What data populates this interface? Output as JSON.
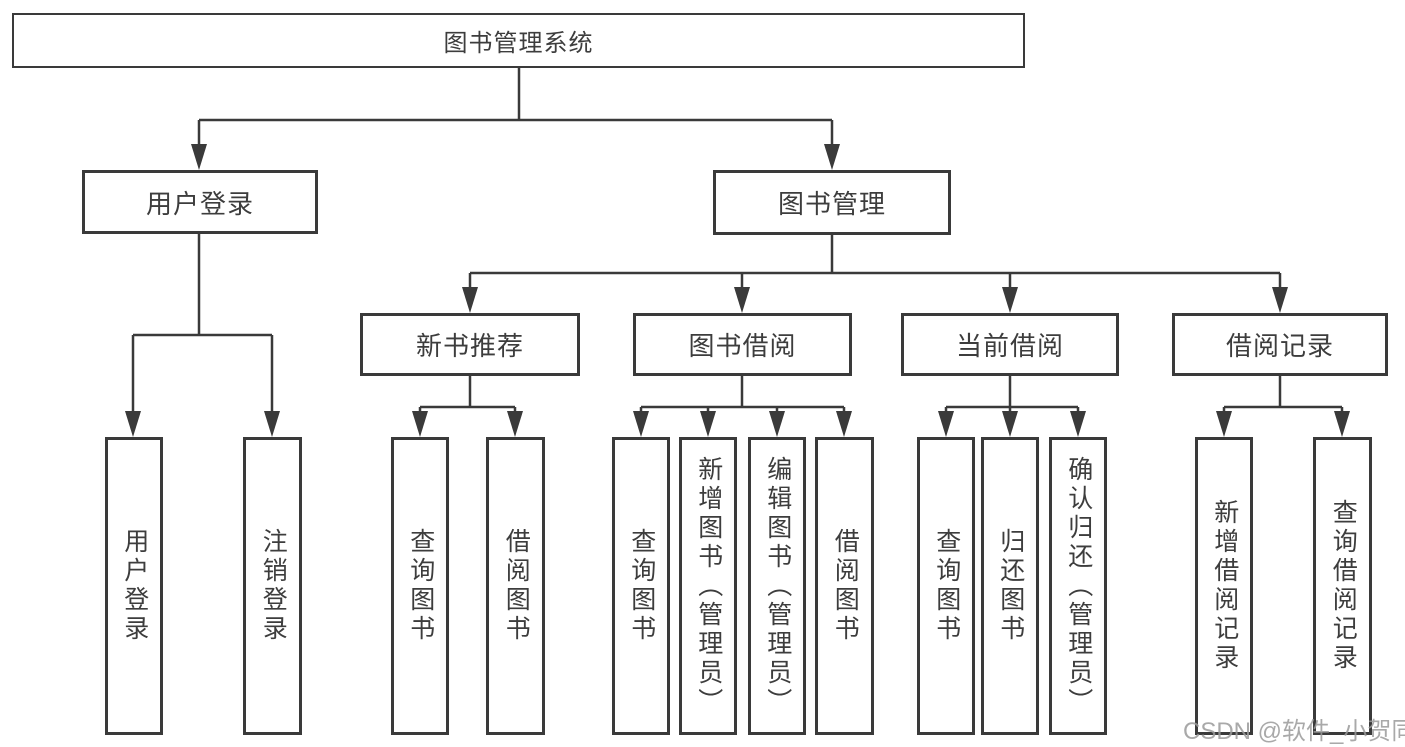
{
  "tree": {
    "root": {
      "label": "图书管理系统"
    },
    "branches": [
      {
        "label": "用户登录",
        "children": [
          "用户登录",
          "注销登录"
        ]
      },
      {
        "label": "图书管理",
        "children": [
          {
            "label": "新书推荐",
            "children": [
              "查询图书",
              "借阅图书"
            ]
          },
          {
            "label": "图书借阅",
            "children": [
              "查询图书",
              "新增图书（管理员）",
              "编辑图书（管理员）",
              "借阅图书"
            ]
          },
          {
            "label": "当前借阅",
            "children": [
              "查询图书",
              "归还图书",
              "确认归还（管理员）"
            ]
          },
          {
            "label": "借阅记录",
            "children": [
              "新增借阅记录",
              "查询借阅记录"
            ]
          }
        ]
      }
    ]
  },
  "watermark": {
    "text": "CSDN @软件_小贺同学"
  },
  "colors": {
    "line": "#3a3a3a",
    "text": "#3d3d3d",
    "box_bg": "#ffffff",
    "watermark": "#9b9b9b",
    "background": "#ffffff"
  }
}
